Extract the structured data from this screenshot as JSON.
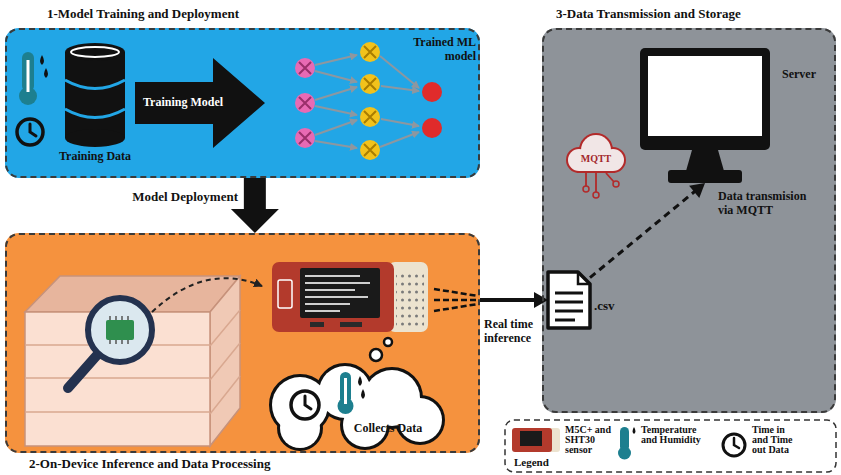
{
  "diagram": {
    "nodes": [
      {
        "text": [
          "1-Model Training and Deployment"
        ]
      },
      {
        "text": [
          "3-Data Transmission and Storage"
        ]
      },
      {
        "text": [
          "Server"
        ],
        "in": 1
      },
      {
        "text": [
          "2-On-Device Inference and Data Processing"
        ]
      },
      {
        "text": [
          ".csv"
        ],
        "in": 1
      }
    ],
    "edges": [
      {
        "from": 0,
        "to": 3,
        "label": "Model Deployment",
        "arrow": "to"
      },
      {
        "from": 3,
        "to": 4,
        "label": "Real time inference",
        "arrow": "to"
      },
      {
        "from": 4,
        "to": 2,
        "label": "Data transmision via MQTT",
        "arrow": "to"
      }
    ],
    "labels": [
      "Training Data",
      "Training Model",
      "Trained ML model",
      "MQTT",
      "Collects Data",
      "Legend"
    ],
    "legend": [
      {
        "text": "M5C+ and SHT30 sensor"
      },
      {
        "text": "Temperature and Humidity"
      },
      {
        "text": "Time in and Time out Data"
      }
    ]
  }
}
